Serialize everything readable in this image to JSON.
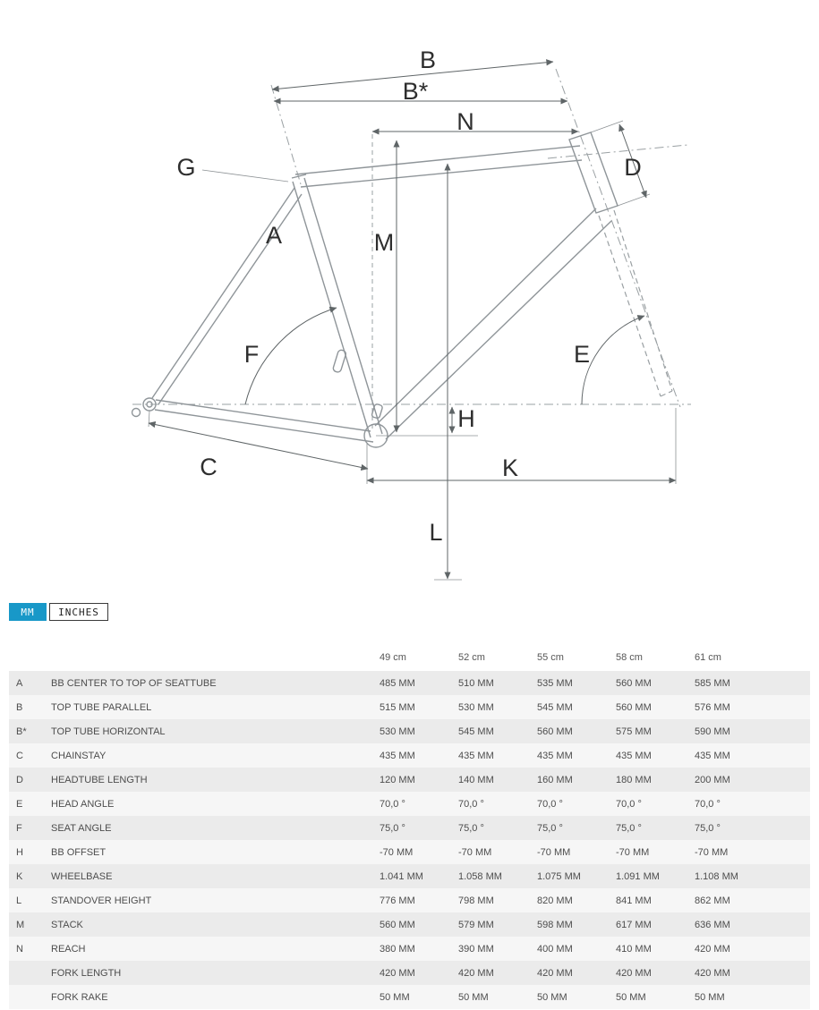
{
  "units_toggle": {
    "mm_label": "MM",
    "inches_label": "INCHES",
    "active": "MM"
  },
  "colors": {
    "accent_blue": "#1898c8",
    "row_odd": "#ebebeb",
    "row_even": "#f6f6f6",
    "text": "#4d4d4d"
  },
  "diagram": {
    "labels": {
      "a": "A",
      "b": "B",
      "b_star": "B*",
      "c": "C",
      "d": "D",
      "e": "E",
      "f": "F",
      "g": "G",
      "h": "H",
      "k": "K",
      "l": "L",
      "m": "M",
      "n": "N"
    }
  },
  "table": {
    "columns": [
      "49 cm",
      "52 cm",
      "55 cm",
      "58 cm",
      "61 cm"
    ],
    "rows": [
      {
        "letter": "A",
        "label": "BB CENTER TO TOP OF SEATTUBE",
        "values": [
          "485 MM",
          "510 MM",
          "535 MM",
          "560 MM",
          "585 MM"
        ]
      },
      {
        "letter": "B",
        "label": "TOP TUBE PARALLEL",
        "values": [
          "515 MM",
          "530 MM",
          "545 MM",
          "560 MM",
          "576 MM"
        ]
      },
      {
        "letter": "B*",
        "label": "TOP TUBE HORIZONTAL",
        "values": [
          "530 MM",
          "545 MM",
          "560 MM",
          "575 MM",
          "590 MM"
        ]
      },
      {
        "letter": "C",
        "label": "CHAINSTAY",
        "values": [
          "435 MM",
          "435 MM",
          "435 MM",
          "435 MM",
          "435 MM"
        ]
      },
      {
        "letter": "D",
        "label": "HEADTUBE LENGTH",
        "values": [
          "120 MM",
          "140 MM",
          "160 MM",
          "180 MM",
          "200 MM"
        ]
      },
      {
        "letter": "E",
        "label": "HEAD ANGLE",
        "values": [
          "70,0 °",
          "70,0 °",
          "70,0 °",
          "70,0 °",
          "70,0 °"
        ]
      },
      {
        "letter": "F",
        "label": "SEAT ANGLE",
        "values": [
          "75,0 °",
          "75,0 °",
          "75,0 °",
          "75,0 °",
          "75,0 °"
        ]
      },
      {
        "letter": "H",
        "label": "BB OFFSET",
        "values": [
          "-70 MM",
          "-70 MM",
          "-70 MM",
          "-70 MM",
          "-70 MM"
        ]
      },
      {
        "letter": "K",
        "label": "WHEELBASE",
        "values": [
          "1.041 MM",
          "1.058 MM",
          "1.075 MM",
          "1.091 MM",
          "1.108 MM"
        ]
      },
      {
        "letter": "L",
        "label": "STANDOVER HEIGHT",
        "values": [
          "776 MM",
          "798 MM",
          "820 MM",
          "841 MM",
          "862 MM"
        ]
      },
      {
        "letter": "M",
        "label": "STACK",
        "values": [
          "560 MM",
          "579 MM",
          "598 MM",
          "617 MM",
          "636 MM"
        ]
      },
      {
        "letter": "N",
        "label": "REACH",
        "values": [
          "380 MM",
          "390 MM",
          "400 MM",
          "410 MM",
          "420 MM"
        ]
      },
      {
        "letter": "",
        "label": "FORK LENGTH",
        "values": [
          "420 MM",
          "420 MM",
          "420 MM",
          "420 MM",
          "420 MM"
        ]
      },
      {
        "letter": "",
        "label": "FORK RAKE",
        "values": [
          "50 MM",
          "50 MM",
          "50 MM",
          "50 MM",
          "50 MM"
        ]
      }
    ]
  }
}
